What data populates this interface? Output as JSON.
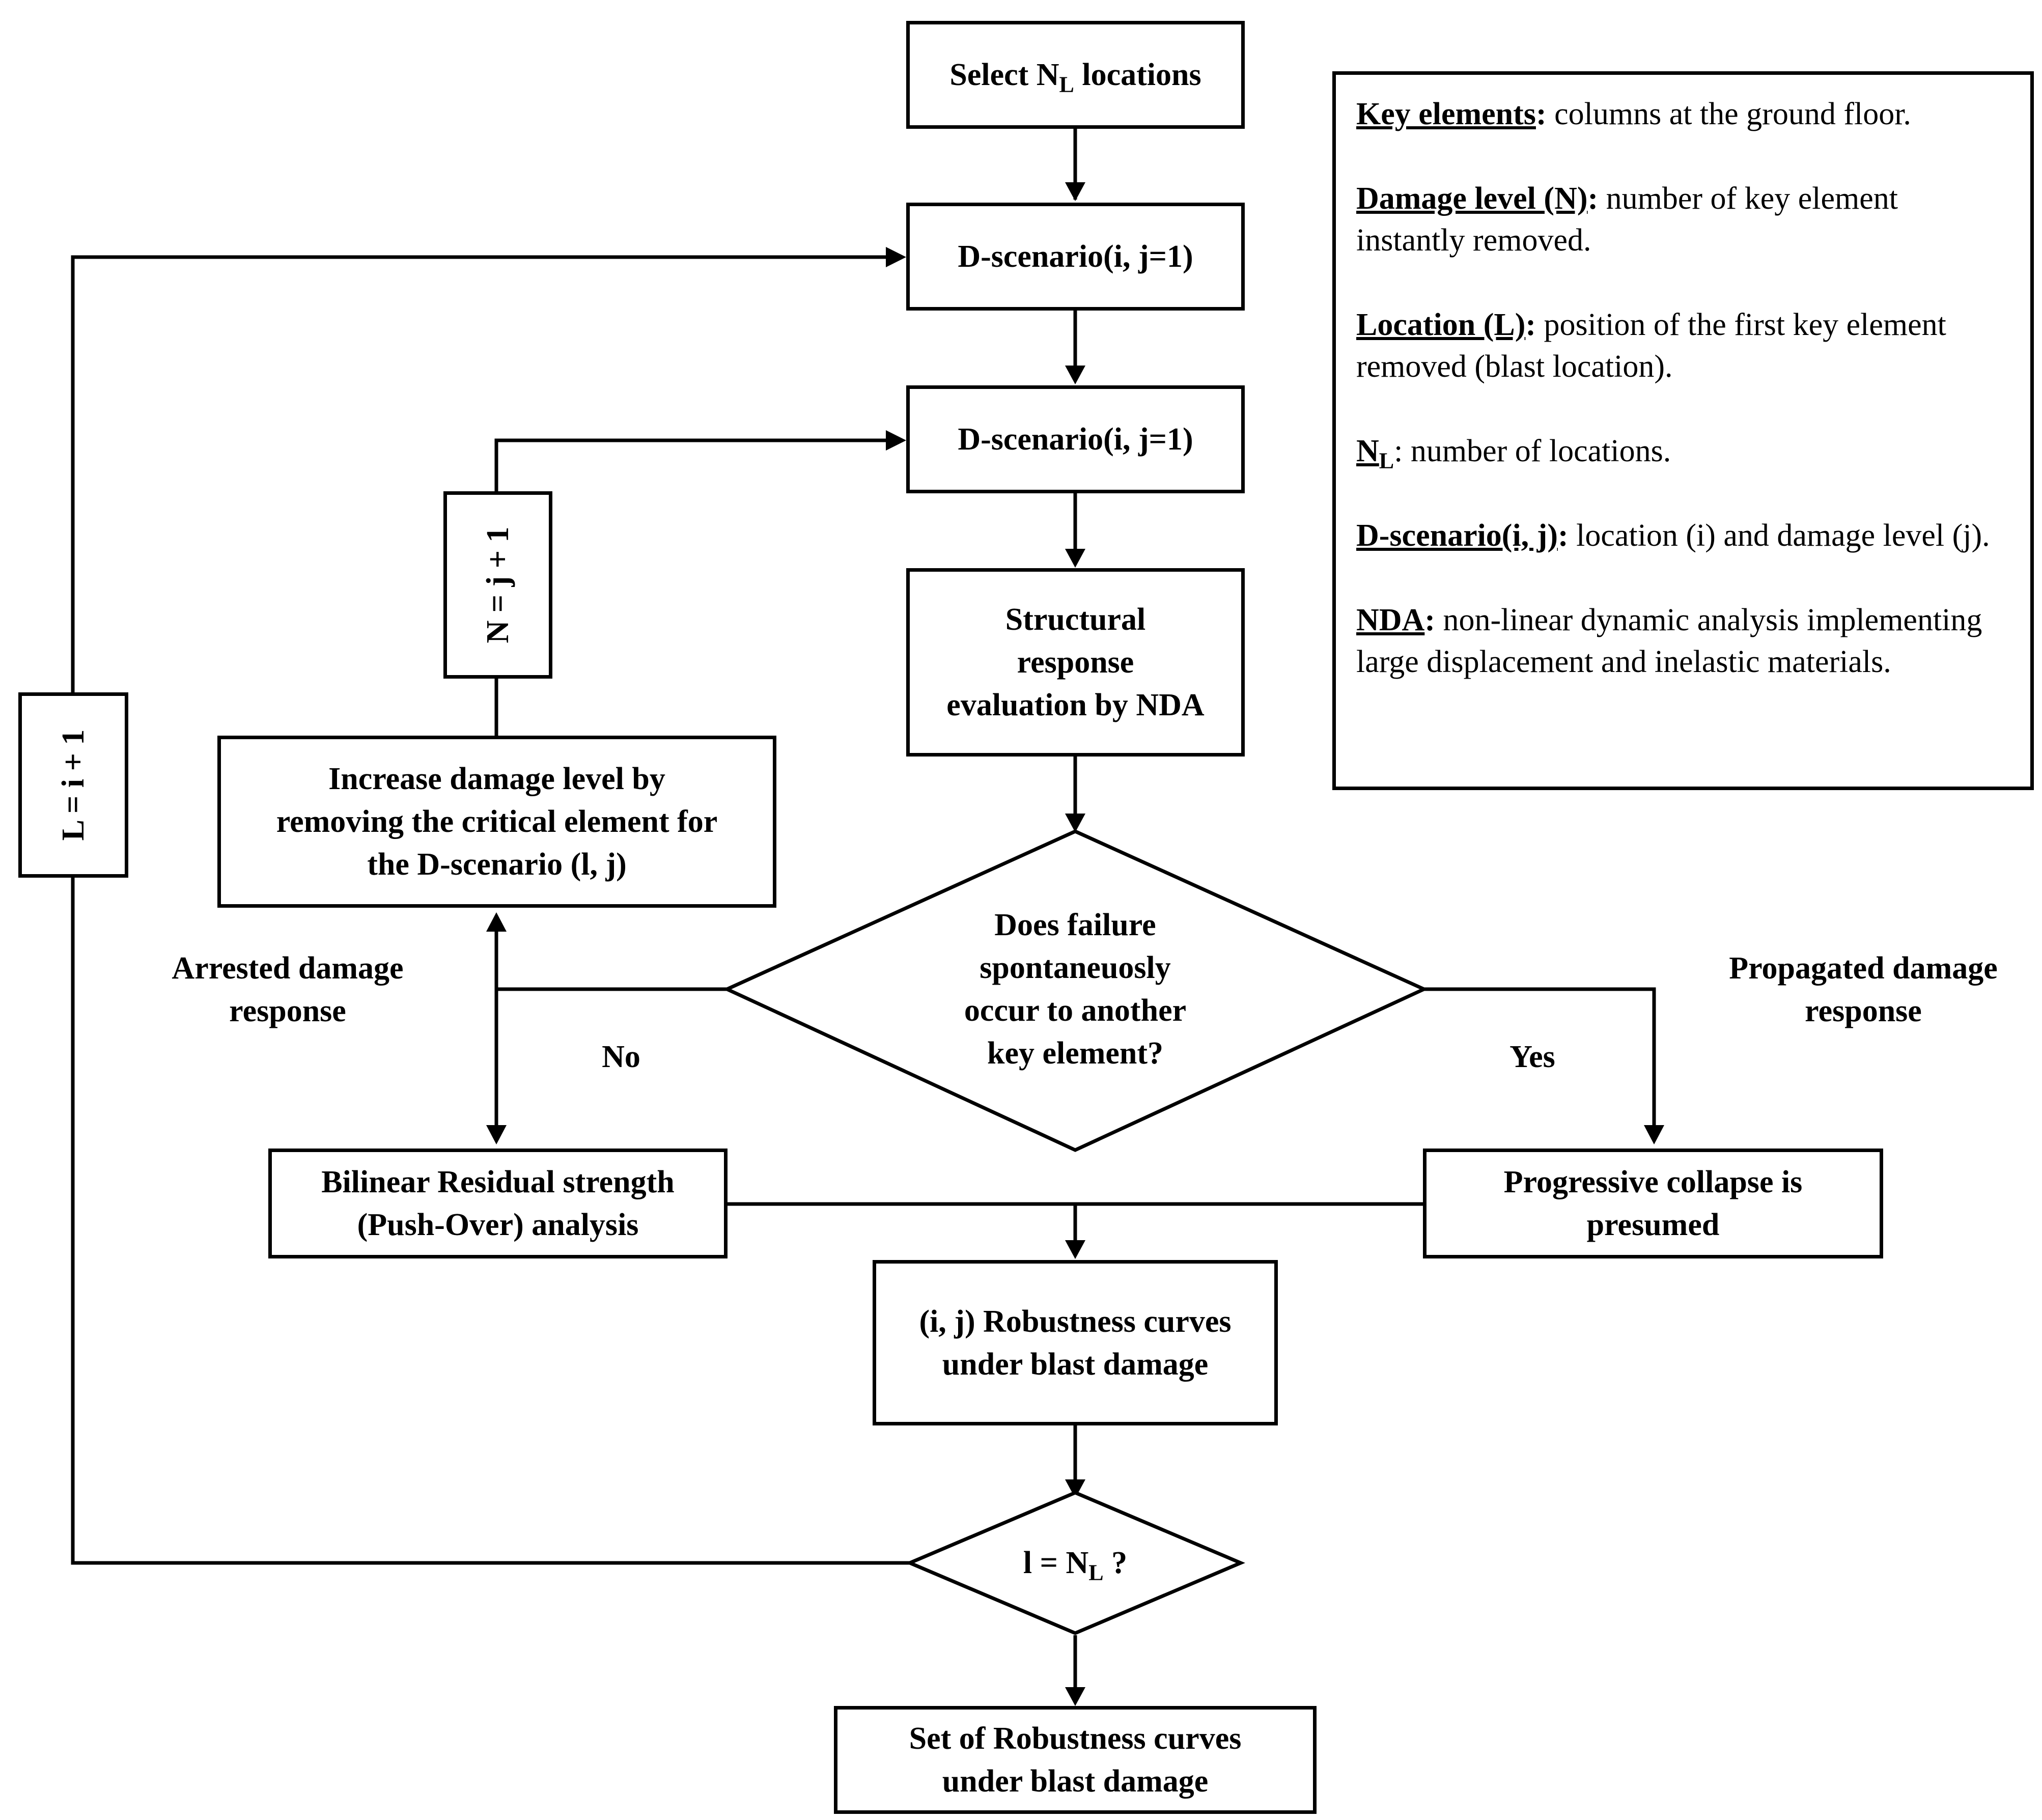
{
  "nodes": {
    "select": {
      "pre": "Select N",
      "sub": "L",
      "post": " locations"
    },
    "dscenario_a": "D-scenario(i, j=1)",
    "dscenario_b": "D-scenario(i, j=1)",
    "structural": [
      "Structural",
      "response",
      "evaluation by NDA"
    ],
    "decision": [
      "Does failure",
      "spontaneuosly",
      "occur to another",
      "key element?"
    ],
    "increase": [
      "Increase damage level by",
      "removing the critical element for",
      "the D-scenario (l, j)"
    ],
    "bilinear": [
      "Bilinear Residual strength",
      "(Push-Over) analysis"
    ],
    "progressive": [
      "Progressive collapse is",
      "presumed"
    ],
    "robustness_ij": [
      "(i, j) Robustness curves",
      "under blast damage"
    ],
    "check": {
      "pre": "l = N",
      "sub": "L",
      "post": " ?"
    },
    "set": [
      "Set of Robustness curves",
      "under blast damage"
    ],
    "n_update": "N = j + 1",
    "l_update": "L = i + 1"
  },
  "edge_labels": {
    "arrested": [
      "Arrested damage",
      "response"
    ],
    "propagated": [
      "Propagated damage",
      "response"
    ],
    "no": "No",
    "yes": "Yes"
  },
  "legend": [
    {
      "term": "Key elements",
      "desc": " columns at the ground floor."
    },
    {
      "term": "Damage level (N)",
      "desc": " number of key element instantly removed."
    },
    {
      "term": "Location (L)",
      "desc": " position of the first key element removed (blast location)."
    },
    {
      "term": "N",
      "term_sub": "L",
      "desc": " number of locations.",
      "plain_colon": true
    },
    {
      "term": "D-scenario(i, j)",
      "desc": " location (i) and damage level (j)."
    },
    {
      "term": "NDA",
      "desc": " non-linear dynamic analysis implementing large displacement and inelastic materials."
    }
  ]
}
